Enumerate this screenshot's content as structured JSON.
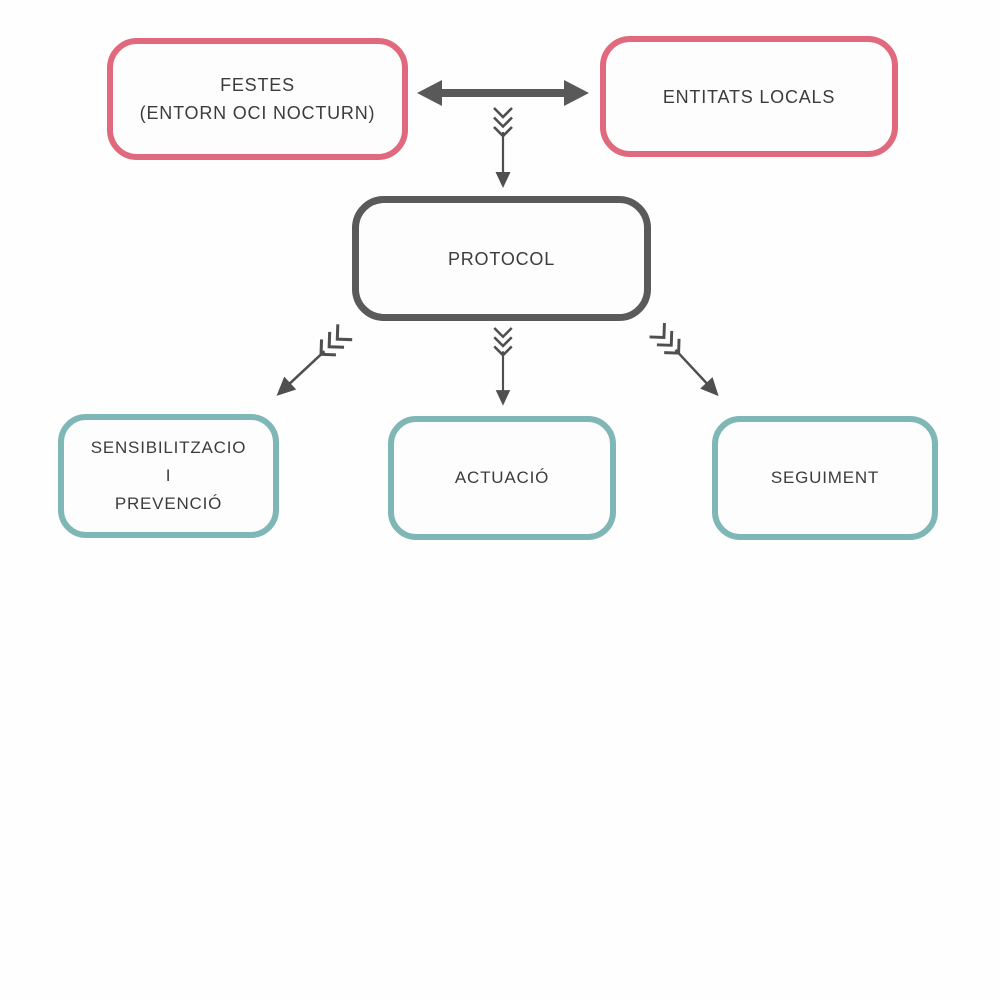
{
  "diagram": {
    "background_color": "#fefefe",
    "text_color": "#3c3c3c",
    "colors": {
      "pink_border": "#e0697e",
      "teal_border": "#7fb6b6",
      "dark_border": "#5a5a5a",
      "arrow": "#4f4f4f",
      "thick_arrow": "#595959"
    },
    "nodes": {
      "festes": {
        "label": "FESTES\n(ENTORN OCI NOCTURN)",
        "border_color": "#e0697e"
      },
      "entitats_locals": {
        "label": "ENTITATS LOCALS",
        "border_color": "#e0697e"
      },
      "protocol": {
        "label": "PROTOCOL",
        "border_color": "#5a5a5a"
      },
      "sensibilitzacio": {
        "label": "SENSIBILITZACIO\nI\nPREVENCIÓ",
        "border_color": "#7fb6b6"
      },
      "actuacio": {
        "label": "ACTUACIÓ",
        "border_color": "#7fb6b6"
      },
      "seguiment": {
        "label": "SEGUIMENT",
        "border_color": "#7fb6b6"
      }
    },
    "connectors": [
      {
        "from": "festes",
        "to": "entitats_locals",
        "style": "thick-double-arrow",
        "color": "#595959"
      },
      {
        "from": "festes/entitats_locals",
        "to": "protocol",
        "style": "feathered-arrow-down",
        "color": "#4f4f4f"
      },
      {
        "from": "protocol",
        "to": "sensibilitzacio",
        "style": "feathered-arrow-diagonal-left",
        "color": "#4f4f4f"
      },
      {
        "from": "protocol",
        "to": "actuacio",
        "style": "feathered-arrow-down",
        "color": "#4f4f4f"
      },
      {
        "from": "protocol",
        "to": "seguiment",
        "style": "feathered-arrow-diagonal-right",
        "color": "#4f4f4f"
      }
    ]
  }
}
